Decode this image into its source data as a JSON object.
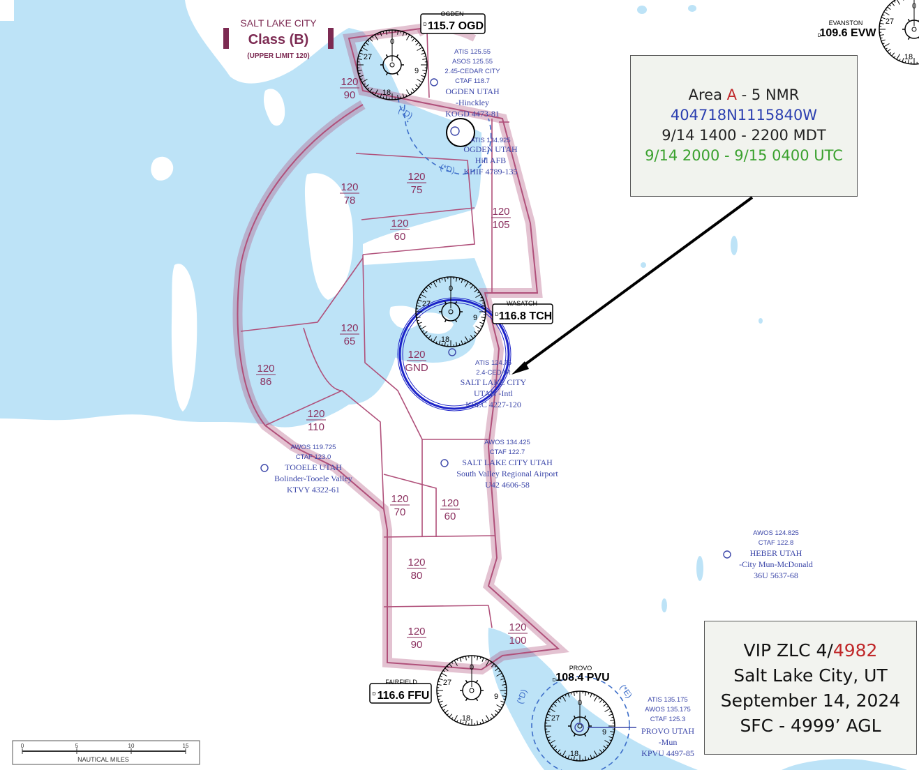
{
  "map": {
    "class_b": {
      "city": "SALT LAKE CITY",
      "class": "Class (B)",
      "upper": "(UPPER LIMIT 120)"
    },
    "sectors": [
      {
        "top": "120",
        "bottom": "90",
        "id": "s1"
      },
      {
        "top": "120",
        "bottom": "78",
        "id": "s2"
      },
      {
        "top": "120",
        "bottom": "75",
        "id": "s3"
      },
      {
        "top": "120",
        "bottom": "60",
        "id": "s4"
      },
      {
        "top": "120",
        "bottom": "105",
        "id": "s5"
      },
      {
        "top": "120",
        "bottom": "65",
        "id": "s6"
      },
      {
        "top": "120",
        "bottom": "86",
        "id": "s7"
      },
      {
        "top": "120",
        "bottom": "GND",
        "id": "s8"
      },
      {
        "top": "120",
        "bottom": "110",
        "id": "s9"
      },
      {
        "top": "120",
        "bottom": "70",
        "id": "s10"
      },
      {
        "top": "120",
        "bottom": "60",
        "id": "s11"
      },
      {
        "top": "120",
        "bottom": "80",
        "id": "s12"
      },
      {
        "top": "120",
        "bottom": "90",
        "id": "s13"
      },
      {
        "top": "120",
        "bottom": "100",
        "id": "s14"
      }
    ],
    "navaids": {
      "ogd": {
        "name": "OGDEN",
        "freq": "115.7 OGD",
        "tag": "D"
      },
      "tch": {
        "name": "WASATCH",
        "freq": "116.8 TCH",
        "tag": "D"
      },
      "ffu": {
        "name": "FAIRFIELD",
        "freq": "116.6 FFU",
        "tag": "D"
      },
      "pvu": {
        "name": "PROVO",
        "freq": "108.4 PVU",
        "tag": "D"
      },
      "evw": {
        "name": "EVANSTON",
        "freq": "109.6 EVW",
        "tag": "D"
      }
    },
    "compass": {
      "n": "0",
      "e": "9",
      "s": "18",
      "w": "27"
    },
    "airports": {
      "ogden": [
        "ATIS 125.55",
        "ASOS 125.55",
        "2.45-CEDAR CITY",
        "CTAF 118.7",
        "OGDEN UTAH",
        "-Hinckley",
        "KOGD 4473-81"
      ],
      "hill": [
        "ATIS 134.925",
        "OGDEN UTAH",
        "Hill AFB",
        "KHIF 4789-135"
      ],
      "slc": [
        "ATIS 124.75",
        "2.4-CEDAR",
        "SALT LAKE CITY",
        "UTAH -Intl",
        "KSLC 4227-120"
      ],
      "south_valley": [
        "AWOS 134.425",
        "CTAF 122.7",
        "SALT LAKE CITY UTAH",
        "South Valley Regional Airport",
        "U42 4606-58"
      ],
      "tooele": [
        "AWOS 119.725",
        "CTAF 123.0",
        "TOOELE UTAH",
        "Bolinder-Tooele Valley",
        "KTVY 4322-61"
      ],
      "heber": [
        "AWOS 124.825",
        "CTAF 122.8",
        "HEBER UTAH",
        "-City Mun-McDonald",
        "36U 5637-68"
      ],
      "provo": [
        "ATIS 135.175",
        "AWOS 135.175",
        "CTAF 125.3",
        "PROVO UTAH",
        "-Mun",
        "KPVU 4497-85"
      ]
    },
    "sfc_d": {
      "ogd_d": "(*D)",
      "hill_d": "(*D)",
      "pvu_d": "(*D)",
      "pvu_e": "(*E)"
    },
    "scale": {
      "label": "NAUTICAL MILES",
      "ticks": [
        "0",
        "5",
        "10",
        "15"
      ]
    },
    "colors": {
      "water": "#bde3f7",
      "classb": "#b0507a",
      "vor": "#000000",
      "tfr": "#1c22c8"
    }
  },
  "area_box": {
    "label_prefix": "Area ",
    "label_letter": "A",
    "label_suffix": " - 5 NMR",
    "coords": "404718N1115840W",
    "local_time": "9/14 1400 - 2200 MDT",
    "utc_time": "9/14 2000 - 9/15 0400 UTC"
  },
  "vip_box": {
    "line1_prefix": "VIP ZLC 4/",
    "line1_number": "4982",
    "line2": "Salt Lake City, UT",
    "line3": "September 14, 2024",
    "line4": "SFC - 4999’ AGL"
  }
}
